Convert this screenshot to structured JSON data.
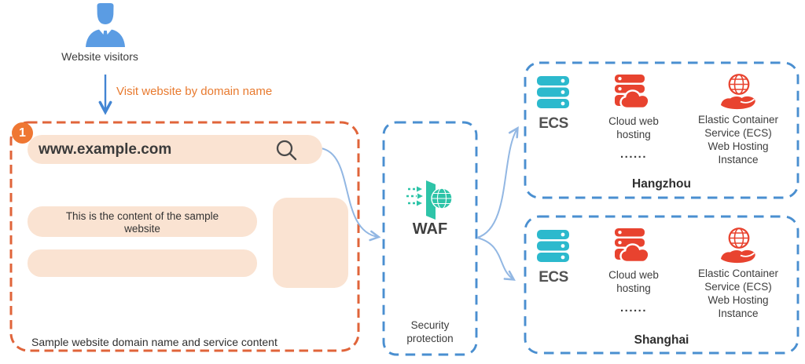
{
  "visitors": {
    "label": "Website visitors"
  },
  "flow": {
    "visit_label": "Visit website by domain name"
  },
  "sample_website": {
    "step_badge": "1",
    "url": "www.example.com",
    "content_line": "This is the content of the sample website",
    "caption": "Sample website domain name and service content"
  },
  "waf": {
    "name": "WAF",
    "caption": "Security protection"
  },
  "regions": [
    {
      "name": "Hangzhou",
      "services": {
        "ecs": "ECS",
        "cloud_web_hosting": "Cloud web hosting",
        "ellipsis": "......",
        "container_service": "Elastic Container Service (ECS) Web Hosting Instance"
      }
    },
    {
      "name": "Shanghai",
      "services": {
        "ecs": "ECS",
        "cloud_web_hosting": "Cloud web hosting",
        "ellipsis": "......",
        "container_service": "Elastic Container Service (ECS) Web Hosting Instance"
      }
    }
  ],
  "colors": {
    "orange_dash": "#e0643a",
    "orange_badge": "#ef7733",
    "orange_text": "#e87a2f",
    "peach_fill": "#fae3d2",
    "blue_dash": "#4a8fd0",
    "connector_blue": "#92b7e3",
    "person_blue": "#5b9ce3",
    "ecs_teal": "#2cb9cd",
    "waf_green": "#2ec4a8",
    "service_red": "#e8432f"
  }
}
